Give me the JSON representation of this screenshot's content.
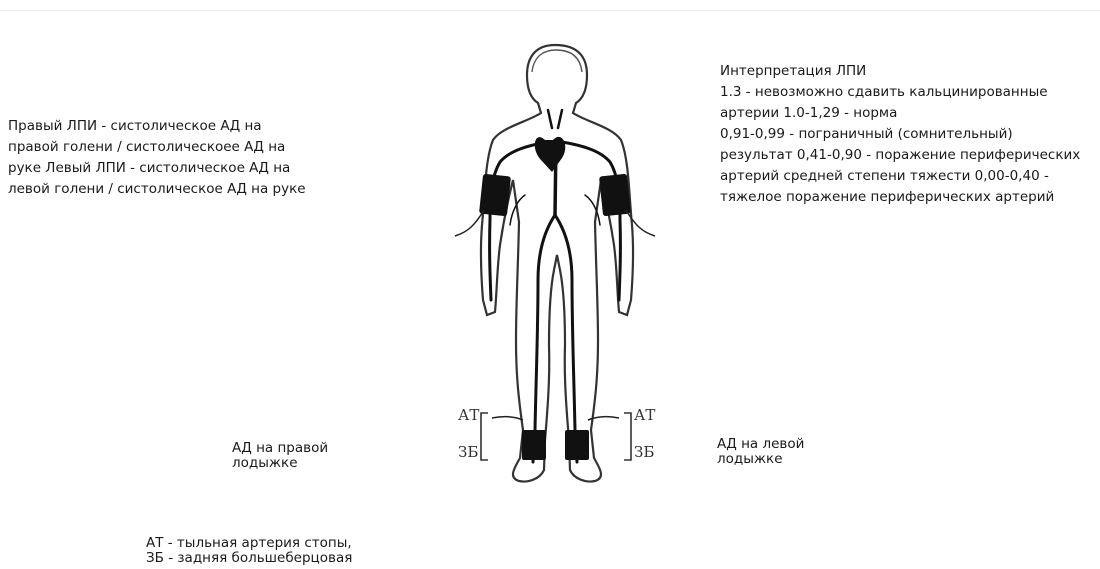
{
  "text_left": "Правый ЛПИ - систолическое АД на\nправой голени / систолическоее АД на\nруке Левый ЛПИ - систолическое АД на\nлевой голени / систолическое АД на руке",
  "text_right": "Интерпретация ЛПИ\n1.3 - невозможно сдавить кальцинированные\nартерии 1.0-1,29 - норма\n0,91-0,99 - пограничный (сомнительный)\nрезультат 0,41-0,90 - поражение периферических\nартерий средней степени тяжести 0,00-0,40 -\nтяжелое поражение периферических артерий",
  "ankle_right": "АД на правой\nлодыжке",
  "ankle_left": "АД на левой\nлодыжке",
  "legend": "АТ - тыльная артерия стопы,\nЗБ - задняя большеберцовая",
  "bracket_labels": {
    "left_at": "АТ",
    "left_zb": "ЗБ",
    "right_at": "АТ",
    "right_zb": "ЗБ"
  }
}
